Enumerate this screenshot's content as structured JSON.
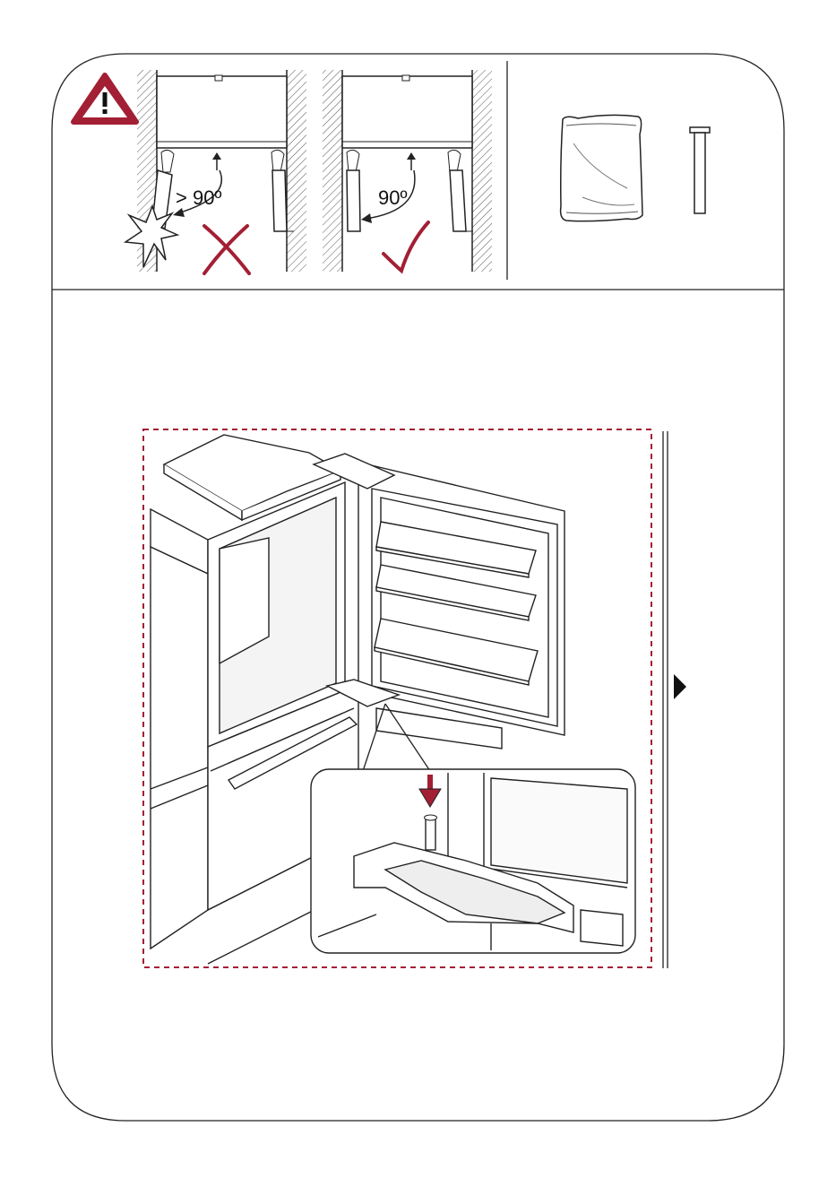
{
  "warning": {
    "symbol": "!",
    "wrong_angle_label": "> 90º",
    "right_angle_label": "90º",
    "accent_color": "#a31f34"
  },
  "parts": [
    "plastic-bag",
    "hinge-pin"
  ],
  "step_marker": "next-step-arrow"
}
